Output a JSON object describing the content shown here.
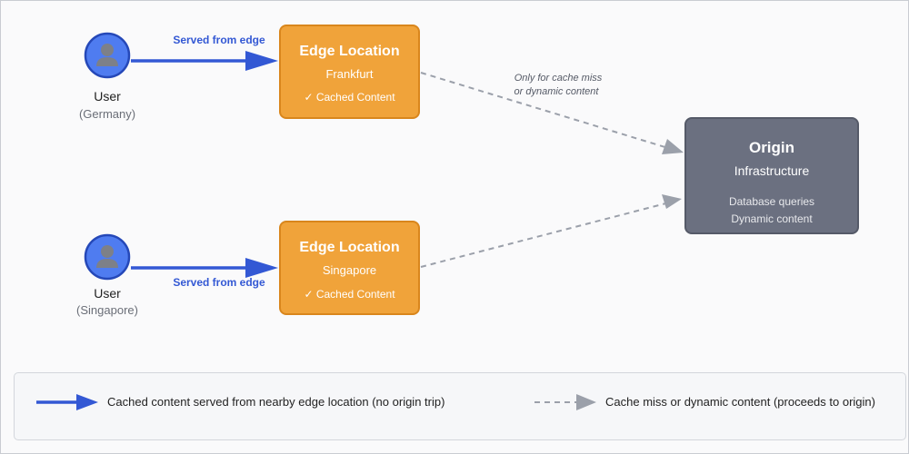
{
  "users": [
    {
      "label": "User",
      "region": "(Germany)"
    },
    {
      "label": "User",
      "region": "(Singapore)"
    }
  ],
  "edges": [
    {
      "title": "Edge Location",
      "city": "Frankfurt",
      "cached": "✓ Cached Content"
    },
    {
      "title": "Edge Location",
      "city": "Singapore",
      "cached": "✓ Cached Content"
    }
  ],
  "served_label": "Served from edge",
  "origin": {
    "title": "Origin",
    "subtitle": "Infrastructure",
    "line1": "Database queries",
    "line2": "Dynamic content"
  },
  "miss_note": {
    "line1": "Only for cache miss",
    "line2": "or dynamic content"
  },
  "legend": {
    "solid": "Cached content served from nearby edge location (no origin trip)",
    "dashed": "Cache miss or dynamic content (proceeds to origin)"
  },
  "colors": {
    "blue": "#3358d4",
    "user_fill": "#4f7cf0",
    "edge_fill": "#f0a33a",
    "edge_border": "#d9861c",
    "origin_fill": "#6b7080",
    "origin_border": "#555a68",
    "gray_arrow": "#9ba0aa"
  }
}
